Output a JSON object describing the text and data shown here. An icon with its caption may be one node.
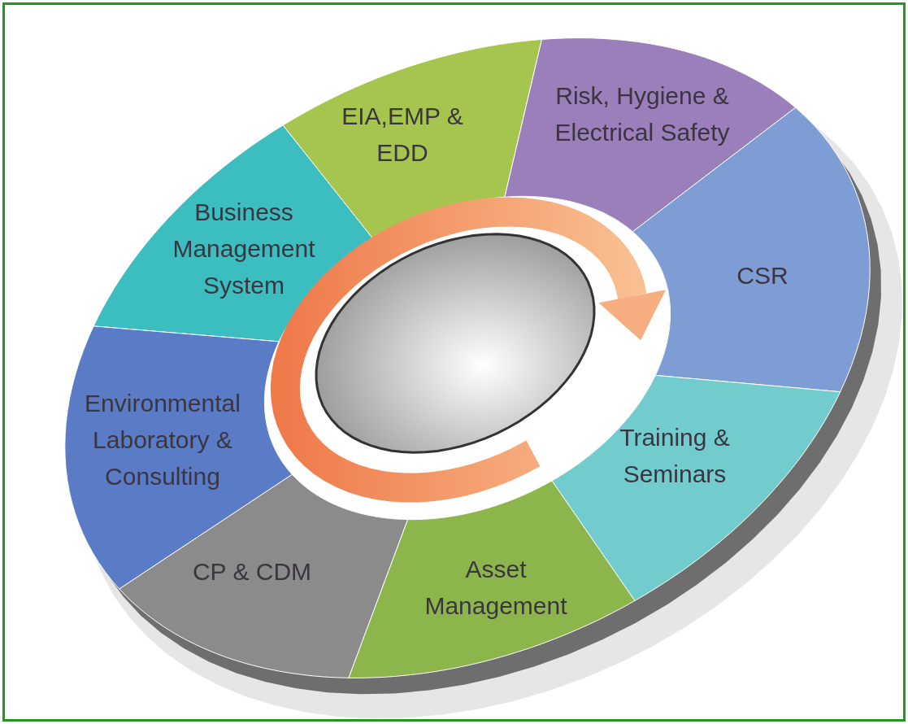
{
  "diagram": {
    "nodes": [
      {
        "text": [
          "Business Management System"
        ]
      },
      {
        "text": [
          "EIA,EMP & EDD"
        ]
      },
      {
        "text": [
          "Risk, Hygiene & Electrical Safety"
        ]
      },
      {
        "text": [
          "CSR"
        ]
      },
      {
        "text": [
          "Training & Seminars"
        ]
      },
      {
        "text": [
          "Asset Management"
        ]
      },
      {
        "text": [
          "CP & CDM"
        ]
      },
      {
        "text": [
          "Environmental Laboratory & Consulting"
        ]
      }
    ]
  }
}
